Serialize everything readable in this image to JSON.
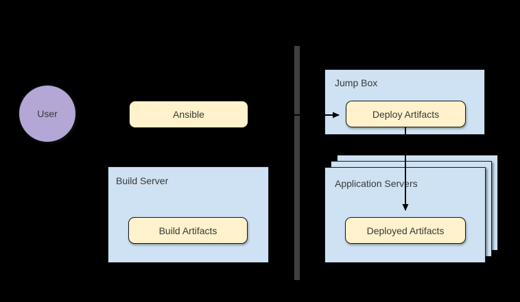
{
  "diagram": {
    "type": "deployment-architecture",
    "nodes": {
      "user": {
        "label": "User",
        "shape": "circle",
        "fill": "#b4a7d6"
      },
      "ansible": {
        "label": "Ansible",
        "shape": "rounded-rect",
        "fill": "#fff2cc"
      },
      "build_server": {
        "label": "Build Server",
        "shape": "rect",
        "fill": "#cfe2f3",
        "child": {
          "label": "Build Artifacts",
          "shape": "rounded-rect",
          "fill": "#fff2cc"
        }
      },
      "jump_box": {
        "label": "Jump Box",
        "shape": "rect",
        "fill": "#cfe2f3",
        "child": {
          "label": "Deploy Artifacts",
          "shape": "rounded-rect",
          "fill": "#fff2cc"
        }
      },
      "application_servers": {
        "label": "Application Servers",
        "shape": "stacked-rect",
        "stack_count": 3,
        "fill": "#cfe2f3",
        "child": {
          "label": "Deployed Artifacts",
          "shape": "rounded-rect",
          "fill": "#fff2cc"
        }
      }
    },
    "connections": [
      {
        "from": "User",
        "to": "Ansible",
        "style": "arrow"
      },
      {
        "from": "Ansible",
        "to": "Deploy Artifacts",
        "style": "arrow"
      },
      {
        "from": "Deploy Artifacts",
        "to": "Deployed Artifacts",
        "style": "arrow"
      }
    ],
    "divider": {
      "present": true,
      "orientation": "vertical",
      "color": "#3f3f3f"
    },
    "colors": {
      "background": "#000000",
      "purple_fill": "#b4a7d6",
      "yellow_fill": "#fff2cc",
      "blue_fill": "#cfe2f3",
      "border": "#141414",
      "text": "#383838",
      "divider": "#3f3f3f",
      "arrow": "#000000"
    }
  }
}
